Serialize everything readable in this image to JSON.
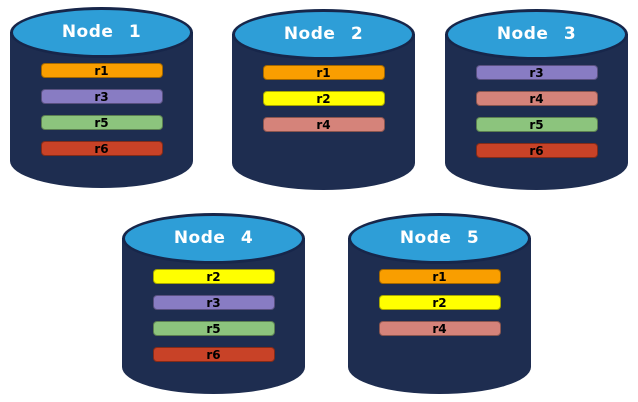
{
  "colors": {
    "background": "#FFFFFF",
    "cylinder_body": "#1E2D50",
    "cylinder_outline": "#17264A",
    "cylinder_top": "#2E9ED7",
    "title_text": "#FFFFFF",
    "bar_text": "#000000",
    "replicas": {
      "r1": "#F99E00",
      "r2": "#FFFF00",
      "r3": "#887CC3",
      "r4": "#D5837A",
      "r5": "#8CC47D",
      "r6": "#C84227"
    }
  },
  "nodes": [
    {
      "label": "Node 1",
      "replicas": [
        "r1",
        "r3",
        "r5",
        "r6"
      ]
    },
    {
      "label": "Node 2",
      "replicas": [
        "r1",
        "r2",
        "r4"
      ]
    },
    {
      "label": "Node 3",
      "replicas": [
        "r3",
        "r4",
        "r5",
        "r6"
      ]
    },
    {
      "label": "Node 4",
      "replicas": [
        "r2",
        "r3",
        "r5",
        "r6"
      ]
    },
    {
      "label": "Node 5",
      "replicas": [
        "r1",
        "r2",
        "r4"
      ]
    }
  ]
}
